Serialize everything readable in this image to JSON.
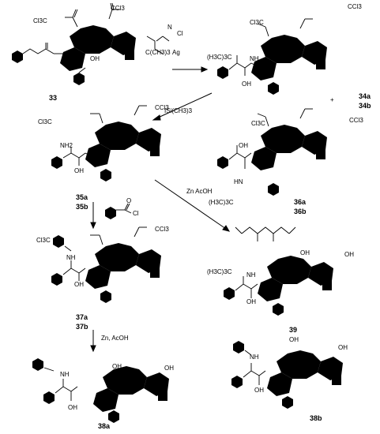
{
  "compounds": {
    "c33": "33",
    "c34a": "34a",
    "c34b": "34b",
    "c35a": "35a",
    "c35b": "35b",
    "c36a": "36a",
    "c36b": "36b",
    "c37a": "37a",
    "c37b": "37b",
    "c38a": "38a",
    "c38b": "38b",
    "c39": "39"
  },
  "reagents": {
    "r1": "ISi(CH3)3",
    "r2": "Zn AcOH",
    "r3": "Zn, AcOH",
    "plus": "+"
  },
  "groups": {
    "cl3c_ch2o": "Cl3C",
    "o_ccl3": "CCl3",
    "boc": "(H3C)3C",
    "ag_reagent_n": "N",
    "ag_reagent_cl": "Cl",
    "ag_reagent_ag": "Ag",
    "ag_reagent_tbu": "C(CH3)3",
    "oh": "OH",
    "nh2": "NH2",
    "nh": "NH",
    "hn": "HN",
    "o": "O",
    "cl": "Cl"
  },
  "icons": [
    "phenyl-ring",
    "oxetane-ring",
    "taxane-core",
    "reaction-arrow"
  ]
}
